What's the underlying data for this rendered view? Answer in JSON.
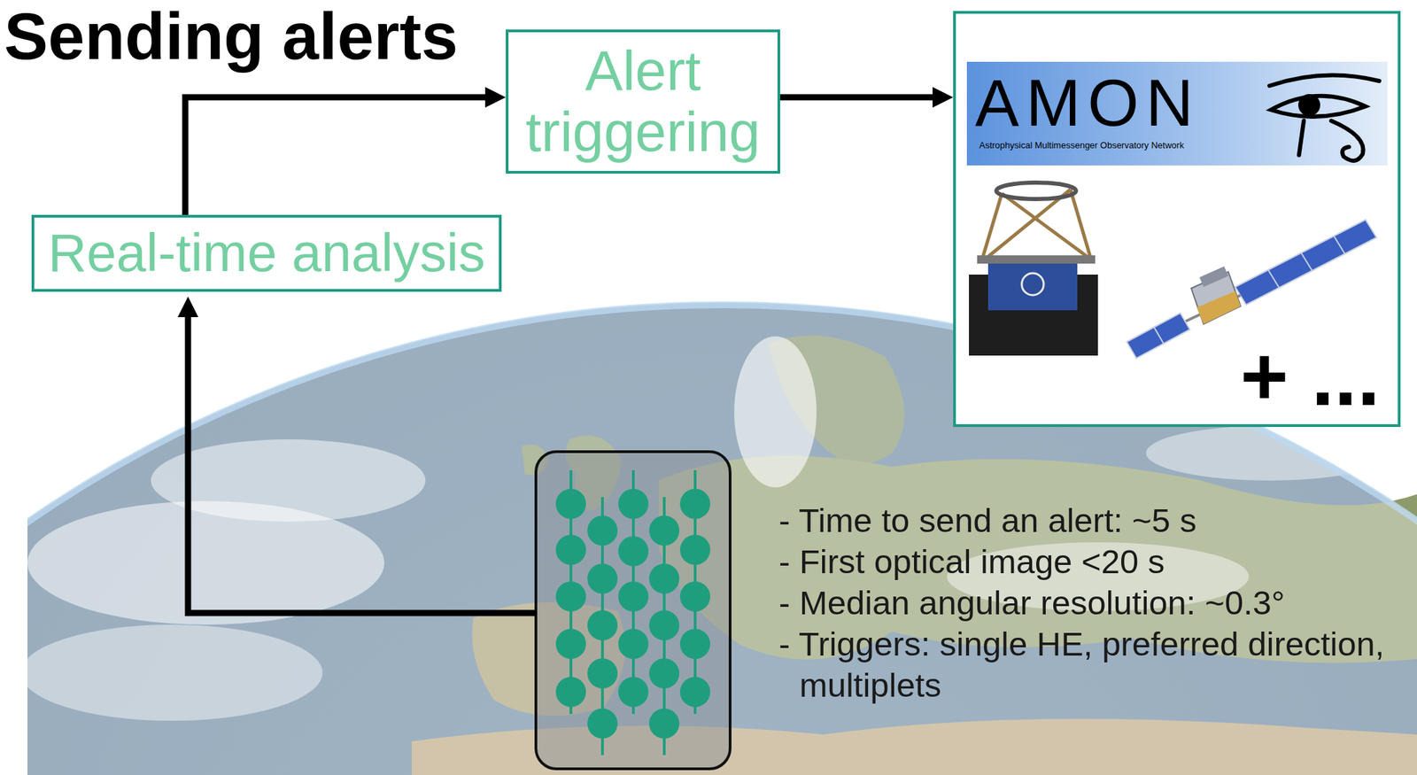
{
  "diagram": {
    "title": "Sending alerts",
    "nodes": [
      {
        "text": [
          "Real-time analysis"
        ]
      },
      {
        "text": [
          "Alert triggering"
        ]
      },
      {
        "text": [
          "+ ..."
        ]
      },
      {
        "text": [
          "AMON",
          "Astrophysical Multimessenger Observatory Network"
        ],
        "in": 2
      }
    ],
    "edges": [
      {
        "from": 0,
        "to": 1,
        "arrow": "to"
      },
      {
        "from": 1,
        "to": 2,
        "arrow": "to"
      }
    ],
    "labels": [
      "- Time to send an alert: ~5 s",
      "- First optical image <20 s",
      "- Median angular resolution: ~0.3°",
      "- Triggers: single HE, preferred direction, multiplets"
    ]
  }
}
